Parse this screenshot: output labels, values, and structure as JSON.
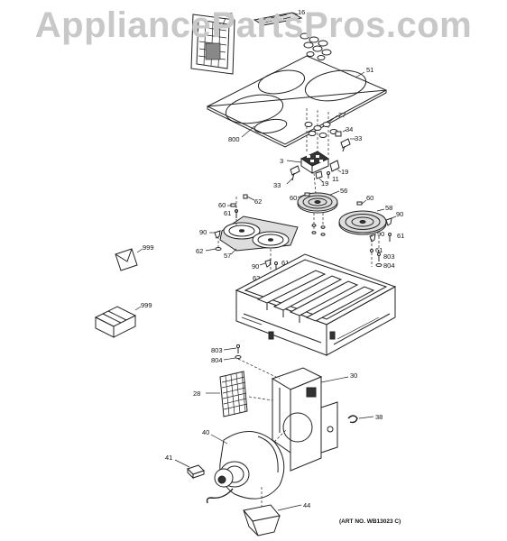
{
  "watermark": "AppliancePartsPros.com",
  "art_number": "(ART NO. WB13023 C)",
  "labels": {
    "p76": "76",
    "p16": "16",
    "p51": "51",
    "p800": "800",
    "p27": "27",
    "p34": "34",
    "p33a": "33",
    "p33b": "33",
    "p3": "3",
    "p19a": "19",
    "p19b": "19",
    "p11": "11",
    "p60a": "60",
    "p62a": "62",
    "p61a": "61",
    "p60b": "60",
    "p56": "56",
    "p60c": "60",
    "p58": "58",
    "p90a": "90",
    "p90b": "90",
    "p61b": "61",
    "p62b": "62",
    "p57": "57",
    "p90c": "90",
    "p61c": "61",
    "p62c": "62",
    "p90d": "90",
    "p61d": "61",
    "p803a": "803",
    "p804a": "804",
    "p999a": "999",
    "p999b": "999",
    "p803b": "803",
    "p804b": "804",
    "p28": "28",
    "p30": "30",
    "p38": "38",
    "p40": "40",
    "p41": "41",
    "p44": "44"
  }
}
